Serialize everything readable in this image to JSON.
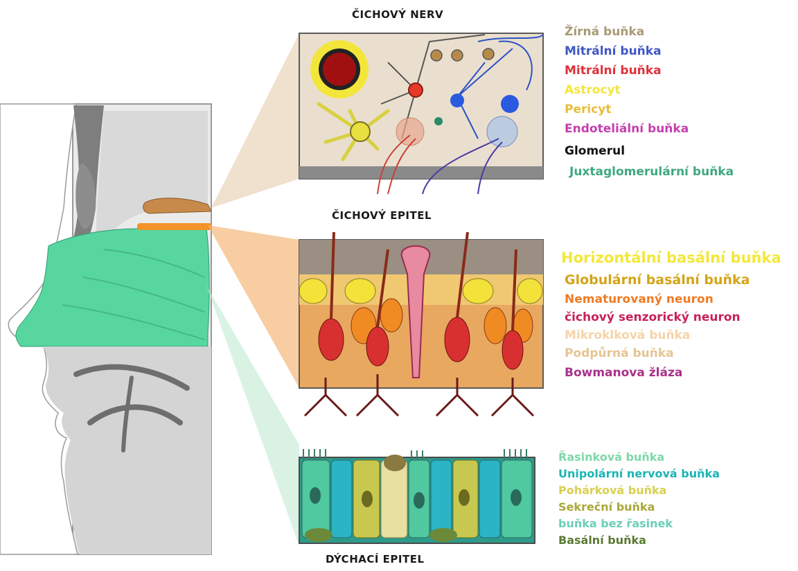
{
  "titles": {
    "nerve": "ČICHOVÝ NERV",
    "olfactory": "ČICHOVÝ EPITEL",
    "respiratory": "DÝCHACÍ EPITEL"
  },
  "nerve_labels": [
    {
      "text": "Žírná buňka",
      "color": "#a89a74"
    },
    {
      "text": "Mitrální buňka",
      "color": "#3f56c6"
    },
    {
      "text": "Mitrální buňka",
      "color": "#e0303a"
    },
    {
      "text": "Astrocyt",
      "color": "#f2e63a"
    },
    {
      "text": "Pericyt",
      "color": "#e8bd3a"
    },
    {
      "text": "Endoteliální buňka",
      "color": "#c43fae"
    },
    {
      "text": "Glomerul",
      "color": "#111111"
    },
    {
      "text": "Juxtaglomerulární buňka",
      "color": "#3fa880"
    }
  ],
  "olfactory_labels": [
    {
      "text": "Horizontální basální buňka",
      "color": "#f3e83a"
    },
    {
      "text": "Globulární basální buňka",
      "color": "#d4a418"
    },
    {
      "text": "Nematurovaný neuron",
      "color": "#f07a22"
    },
    {
      "text": "čichový senzorický neuron",
      "color": "#c8205c"
    },
    {
      "text": "Mikroklková buňka",
      "color": "#f5d4a8"
    },
    {
      "text": "Podpůrná buňka",
      "color": "#e6c492"
    },
    {
      "text": "Bowmanova žláza",
      "color": "#a8328a"
    }
  ],
  "respiratory_labels": [
    {
      "text": "Řasinková buňka",
      "color": "#7ed8a8"
    },
    {
      "text": "Unipolární nervová buňka",
      "color": "#1ab4b4"
    },
    {
      "text": "Pohárková buňka",
      "color": "#d8d050"
    },
    {
      "text": "Sekreční buňka",
      "color": "#a8a83a"
    },
    {
      "text": "buňka bez řasinek",
      "color": "#6ccfb8"
    },
    {
      "text": "Basální buňka",
      "color": "#5a7a32"
    }
  ]
}
